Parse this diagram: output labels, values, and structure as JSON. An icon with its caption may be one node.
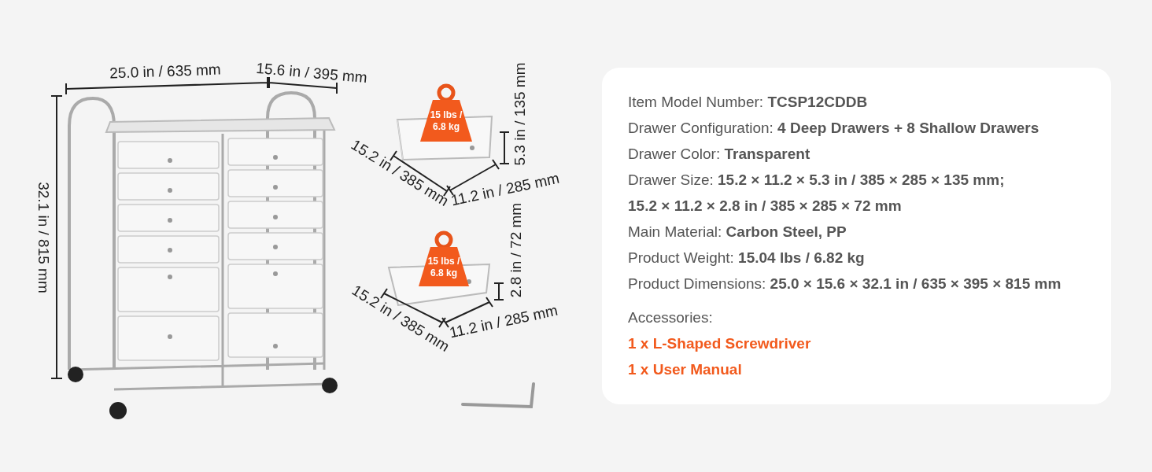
{
  "diagram": {
    "labels": [
      "25.0 in / 635 mm",
      "15.6 in / 395 mm",
      "32.1 in / 815 mm",
      "15 lbs / 6.8 kg",
      "5.3 in / 135 mm",
      "15.2 in / 385 mm",
      "11.2 in / 285 mm",
      "15 lbs / 6.8 kg",
      "2.8 in / 72 mm",
      "15.2 in / 385 mm",
      "11.2 in / 285 mm",
      "Item Model Number: **TCSP12CDDB**",
      "Drawer Configuration: **4 Deep Drawers + 8 Shallow Drawers**",
      "Drawer Color: **Transparent**",
      "Drawer Size: **15.2 × 11.2 × 5.3 in / 385 × 285 × 135 mm;**",
      "**15.2 × 11.2 × 2.8 in / 385 × 285 × 72 mm**",
      "Main Material: **Carbon Steel, PP**",
      "Product Weight: **15.04 lbs / 6.82 kg**",
      "Product Dimensions: **25.0 × 15.6 × 32.1 in / 635 × 395 × 815 mm**",
      "Accessories:",
      "1 x L-Shaped Screwdriver",
      "1 x User Manual"
    ]
  }
}
